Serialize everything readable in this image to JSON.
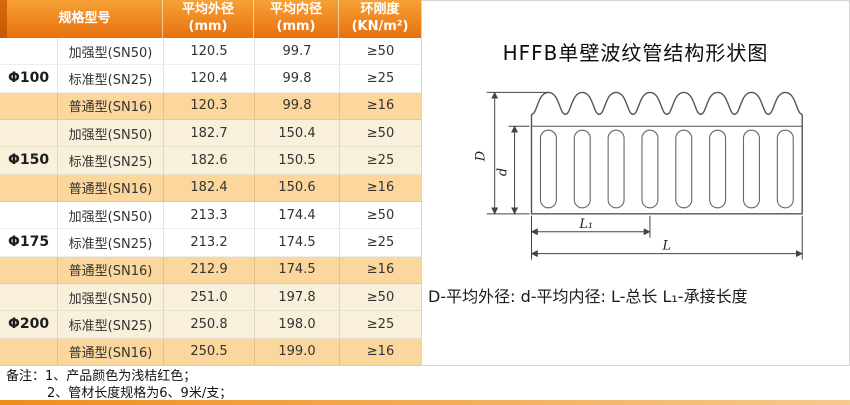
{
  "table": {
    "header": {
      "col_spec": "规格型号",
      "col_od_line1": "平均外径",
      "col_od_line2": "(mm)",
      "col_id_line1": "平均内径",
      "col_id_line2": "(mm)",
      "col_stiff_line1": "环刚度",
      "col_stiff_line2": "(KN/m²)"
    },
    "groups": [
      {
        "size": "Φ100",
        "rows": [
          {
            "type": "加强型(SN50)",
            "od": "120.5",
            "id": "99.7",
            "stiff": "≥50"
          },
          {
            "type": "标准型(SN25)",
            "od": "120.4",
            "id": "99.8",
            "stiff": "≥25"
          },
          {
            "type": "普通型(SN16)",
            "od": "120.3",
            "id": "99.8",
            "stiff": "≥16"
          }
        ]
      },
      {
        "size": "Φ150",
        "rows": [
          {
            "type": "加强型(SN50)",
            "od": "182.7",
            "id": "150.4",
            "stiff": "≥50"
          },
          {
            "type": "标准型(SN25)",
            "od": "182.6",
            "id": "150.5",
            "stiff": "≥25"
          },
          {
            "type": "普通型(SN16)",
            "od": "182.4",
            "id": "150.6",
            "stiff": "≥16"
          }
        ]
      },
      {
        "size": "Φ175",
        "rows": [
          {
            "type": "加强型(SN50)",
            "od": "213.3",
            "id": "174.4",
            "stiff": "≥50"
          },
          {
            "type": "标准型(SN25)",
            "od": "213.2",
            "id": "174.5",
            "stiff": "≥25"
          },
          {
            "type": "普通型(SN16)",
            "od": "212.9",
            "id": "174.5",
            "stiff": "≥16"
          }
        ]
      },
      {
        "size": "Φ200",
        "rows": [
          {
            "type": "加强型(SN50)",
            "od": "251.0",
            "id": "197.8",
            "stiff": "≥50"
          },
          {
            "type": "标准型(SN25)",
            "od": "250.8",
            "id": "198.0",
            "stiff": "≥25"
          },
          {
            "type": "普通型(SN16)",
            "od": "250.5",
            "id": "199.0",
            "stiff": "≥16"
          }
        ]
      }
    ]
  },
  "diagram": {
    "title": "HFFB单壁波纹管结构形状图",
    "caption": "D-平均外径: d-平均内径: L-总长  L₁-承接长度",
    "labels": {
      "D": "D",
      "d": "d",
      "L1": "L₁",
      "L": "L"
    }
  },
  "notes": {
    "prefix": "备注：",
    "line1": "1、产品颜色为浅桔红色；",
    "line2": "2、管材长度规格为6、9米/支；"
  },
  "colors": {
    "header_orange": "#e8700e",
    "row_peach": "#fbd79d",
    "row_cream": "#f8f0da"
  }
}
